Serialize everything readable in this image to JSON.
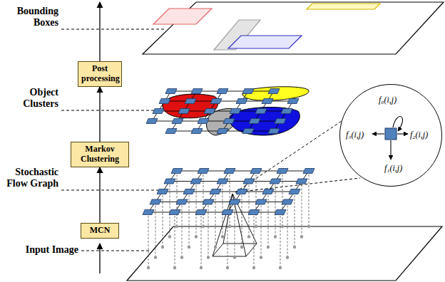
{
  "diagram": {
    "nodes": [
      {
        "text": [
          "Post processing"
        ]
      },
      {
        "text": [
          "Markov Clustering"
        ]
      },
      {
        "text": [
          "MCN"
        ]
      },
      {
        "text": [
          "f₀(i,j)",
          "f₁(i,j)",
          "f₂(i,j)",
          "f₃(i,j)"
        ]
      }
    ],
    "edges": [
      {
        "from": 2,
        "to": 1,
        "arrow": "to"
      },
      {
        "from": 1,
        "to": 0,
        "arrow": "to"
      }
    ],
    "labels": [
      "Bounding Boxes",
      "Object Clusters",
      "Stochastic Flow Graph",
      "Input Image"
    ]
  }
}
